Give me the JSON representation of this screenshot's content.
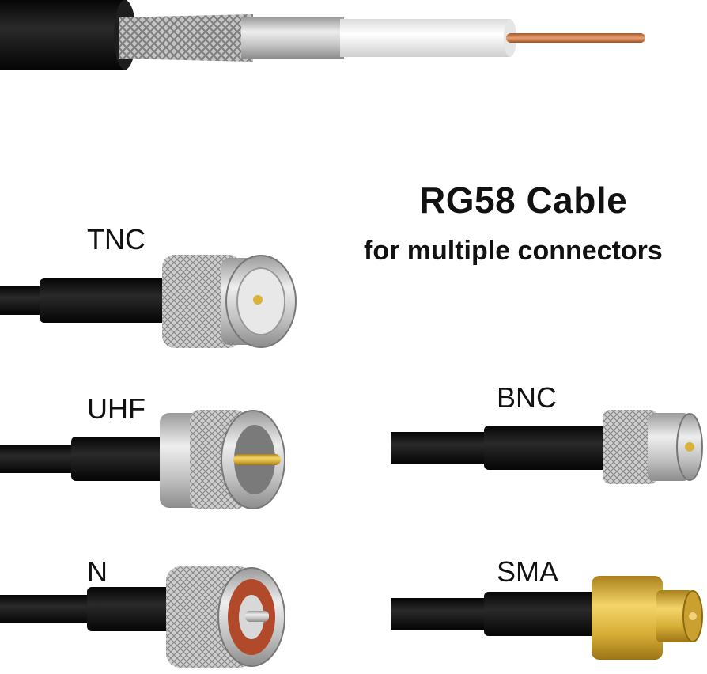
{
  "title": "RG58 Cable",
  "subtitle": "for multiple connectors",
  "connectors": [
    {
      "label": "TNC"
    },
    {
      "label": "UHF"
    },
    {
      "label": "BNC"
    },
    {
      "label": "N"
    },
    {
      "label": "SMA"
    }
  ],
  "colors": {
    "background": "#ffffff",
    "cable_jacket": "#141414",
    "braid": "#b9b9b9",
    "dielectric": "#f2f2f2",
    "copper_core": "#c87a4a",
    "connector_silver": "#c9c9c9",
    "connector_gold": "#d9b23a",
    "text": "#111111"
  }
}
